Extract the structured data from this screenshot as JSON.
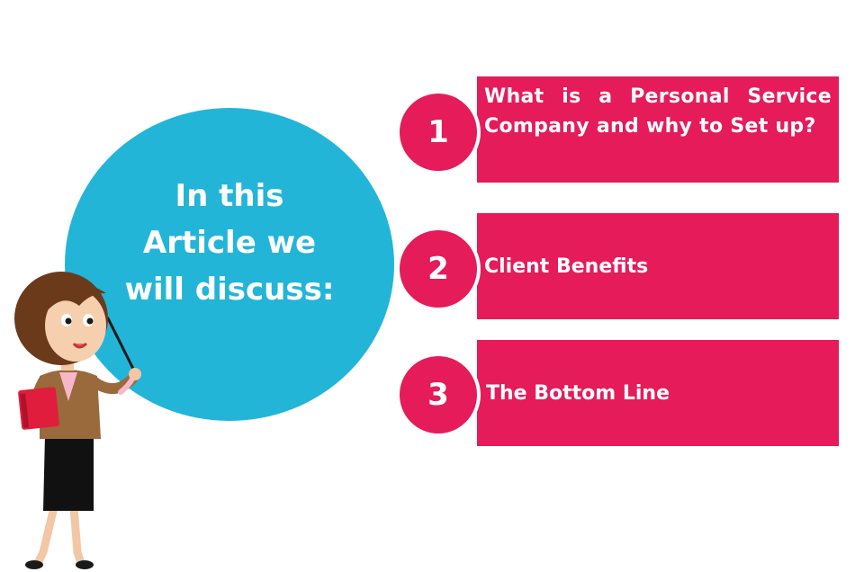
{
  "intro": {
    "text": "In this\nArticle we\nwill discuss:"
  },
  "items": [
    {
      "number": "1",
      "label": "What is a Personal Service Company and why to Set up?"
    },
    {
      "number": "2",
      "label": "Client Benefits"
    },
    {
      "number": "3",
      "label": "The Bottom Line"
    }
  ],
  "colors": {
    "accent": "#e51b5a",
    "circle": "#23b5d8",
    "background": "#ffffff"
  },
  "illustration": {
    "icon": "teacher-with-pointer-icon"
  }
}
